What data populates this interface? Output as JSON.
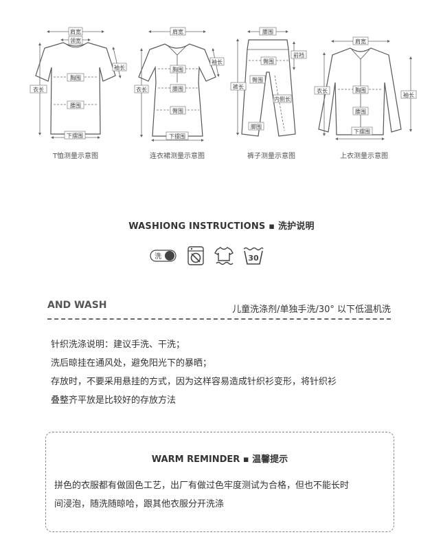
{
  "diagrams": {
    "captions": [
      "T恤测量示意图",
      "连衣裙测量示意图",
      "裤子测量示意图",
      "上衣测量示意图"
    ],
    "labels": {
      "shoulder": "肩宽",
      "collar": "领宽",
      "sleeve": "袖长",
      "length": "衣长",
      "chest": "胸围",
      "waist": "腰围",
      "hem": "下摆围",
      "hip": "臀围",
      "pants_waist": "腰围",
      "rise": "前裆",
      "pants_length": "裤长",
      "inseam": "内侧长",
      "leg": "脚围"
    }
  },
  "wash_instructions": {
    "title": "WASHIONG INSTRUCTIONS ▪ 洗护说明",
    "icons": [
      "hand-wash-icon",
      "no-machine-dry-icon",
      "dry-in-shade-icon",
      "wash-30-icon"
    ],
    "hand_wash_label": "洗",
    "temperature_label": "30"
  },
  "and_wash": {
    "title": "AND WASH",
    "detail": "儿童洗涤剂/单独手洗/30° 以下低温机洗"
  },
  "knit_instructions": [
    "针织洗涤说明：建议手洗、干洗；",
    "洗后晾挂在通风处，避免阳光下的暴晒；",
    "存放时，不要采用悬挂的方式，因为这样容易造成针织衫变形，将针织衫",
    "叠整齐平放是比较好的存放方法"
  ],
  "reminder": {
    "title": "WARM REMINDER ▪ 温馨提示",
    "lines": [
      "拼色的衣服都有做固色工艺，出厂有做过色牢度测试为合格，但也不能长时",
      "间浸泡，随洗随晾哈，跟其他衣服分开洗涤"
    ]
  }
}
